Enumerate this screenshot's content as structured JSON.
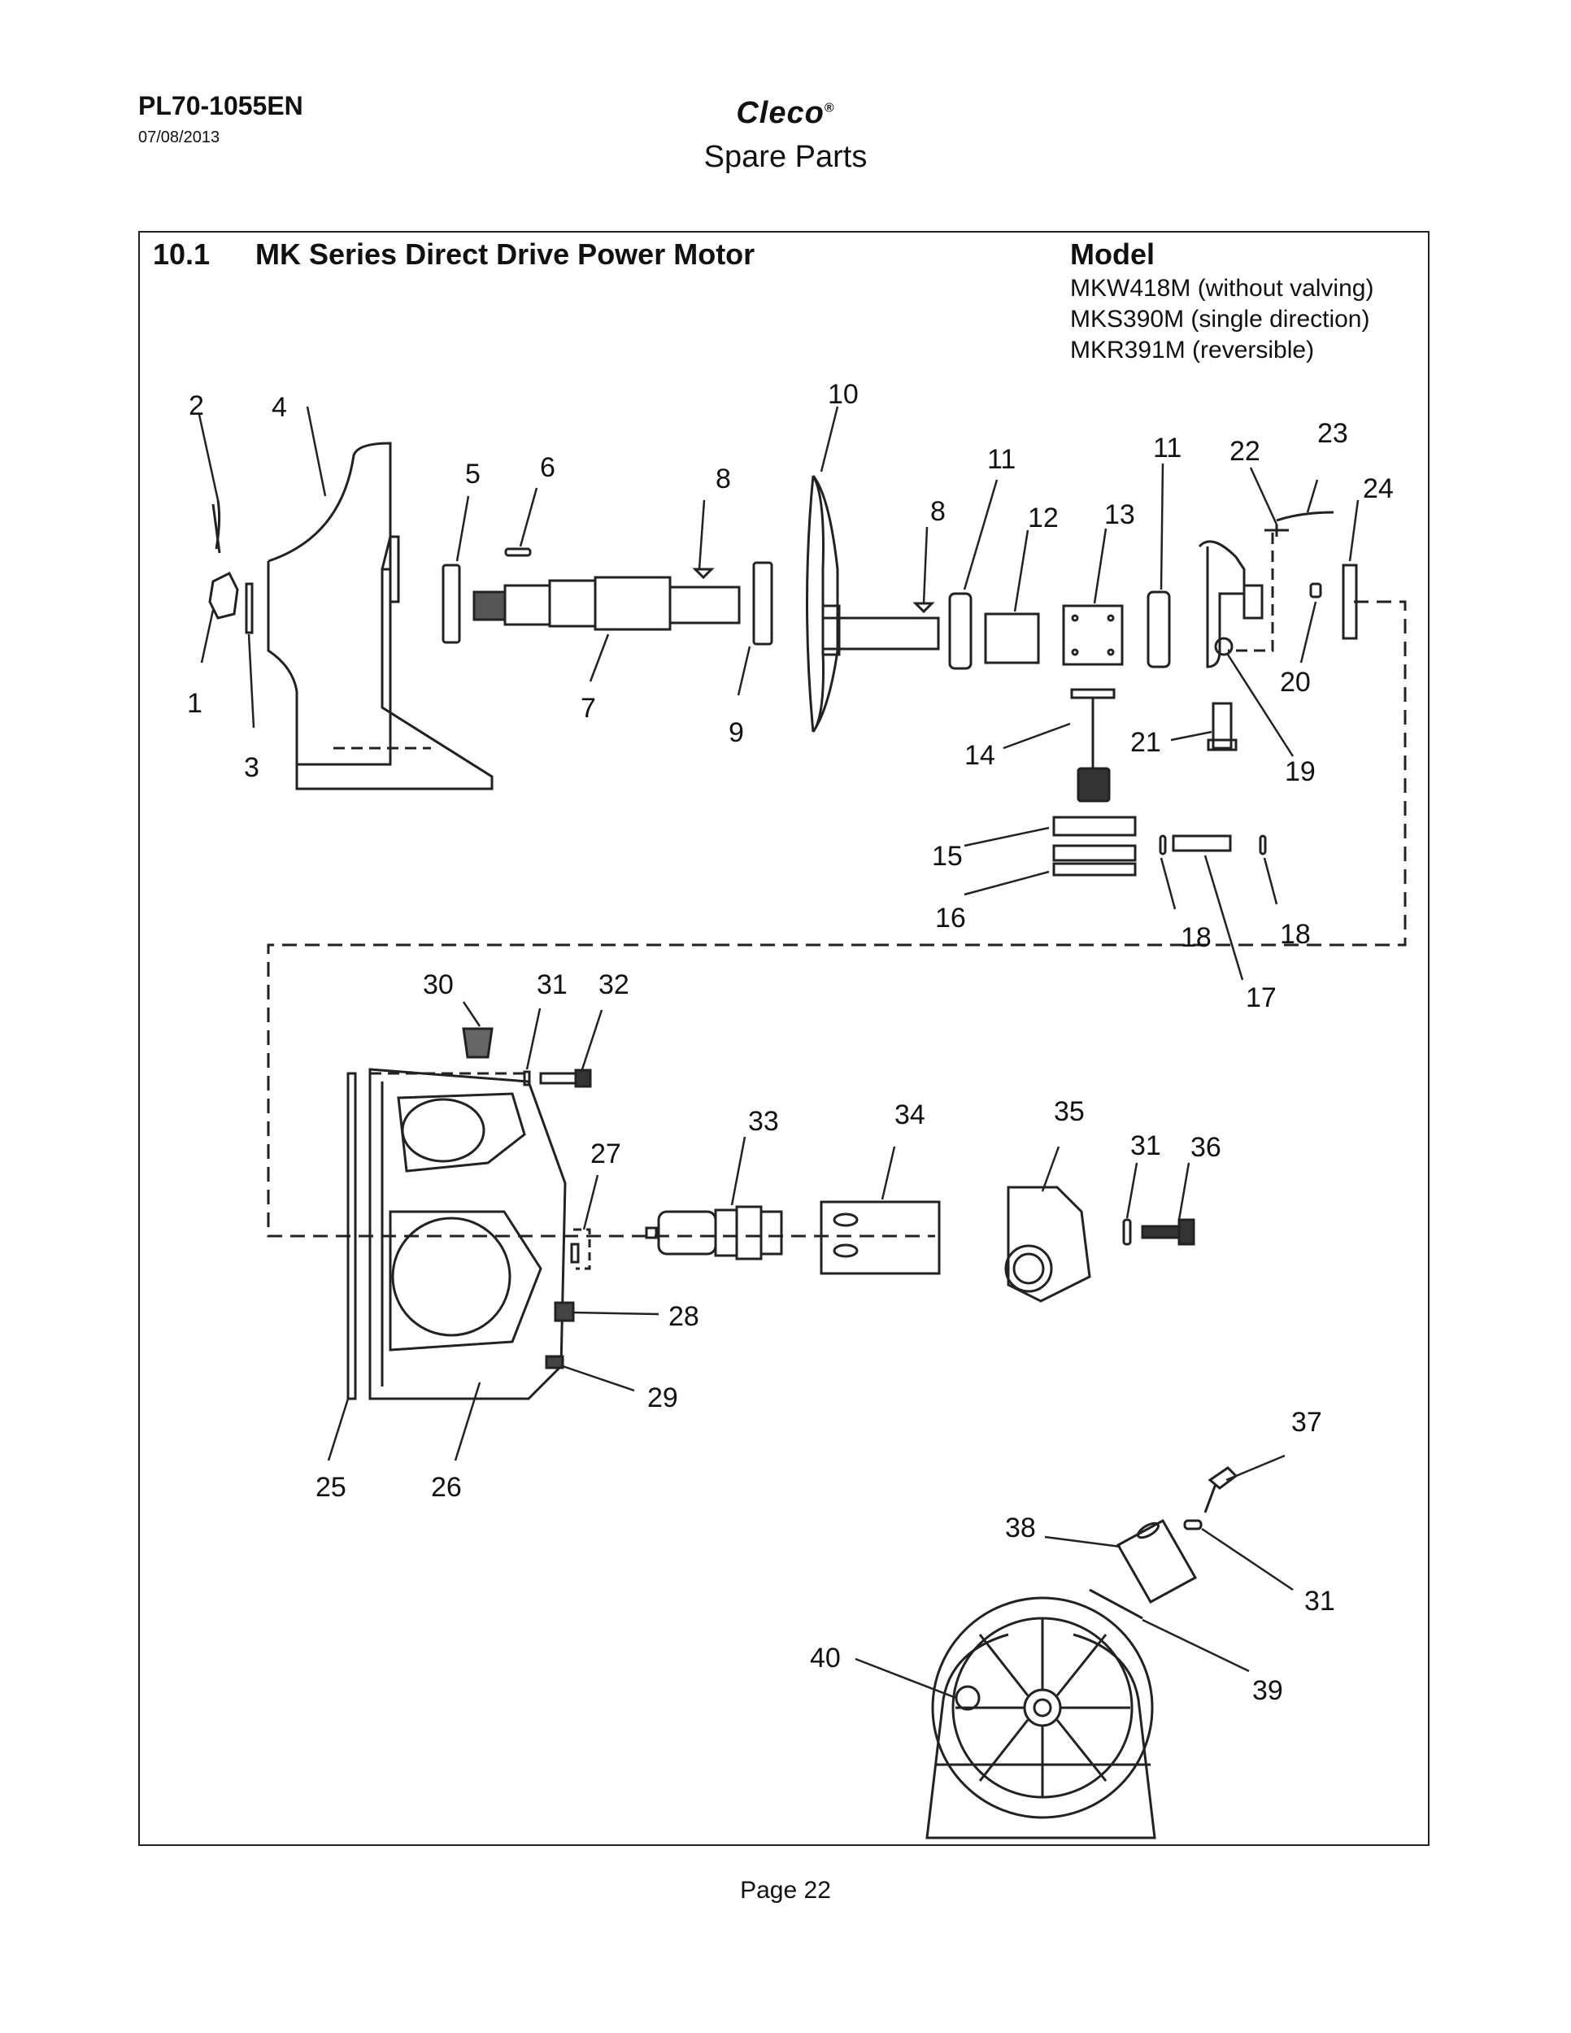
{
  "header": {
    "doc_id": "PL70-1055EN",
    "date": "07/08/2013",
    "brand": "Cleco",
    "brand_mark": "®",
    "subtitle": "Spare Parts"
  },
  "section": {
    "number": "10.1",
    "title": "MK Series Direct Drive Power Motor",
    "model_heading": "Model",
    "models": [
      "MKW418M (without valving)",
      "MKS390M (single direction)",
      "MKR391M (reversible)"
    ]
  },
  "callouts": [
    "2",
    "4",
    "1",
    "3",
    "5",
    "6",
    "7",
    "8",
    "9",
    "10",
    "8",
    "11",
    "12",
    "13",
    "11",
    "22",
    "23",
    "24",
    "20",
    "21",
    "19",
    "14",
    "15",
    "16",
    "18",
    "18",
    "17",
    "30",
    "31",
    "32",
    "33",
    "34",
    "35",
    "31",
    "36",
    "27",
    "28",
    "29",
    "25",
    "26",
    "37",
    "38",
    "31",
    "39",
    "40"
  ],
  "footer": {
    "page": "Page 22"
  }
}
